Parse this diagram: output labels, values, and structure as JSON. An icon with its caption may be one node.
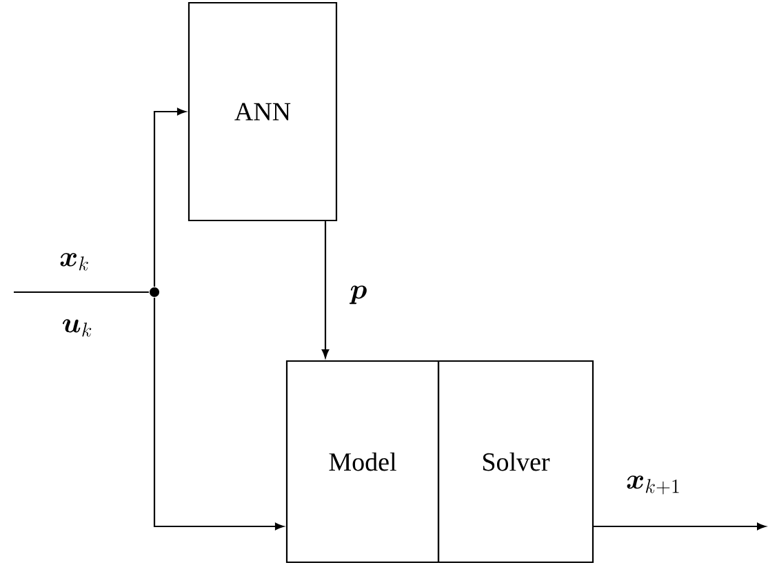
{
  "diagram": {
    "nodes": [
      {
        "text": [
          "ANN"
        ]
      },
      {
        "text": [
          "Model"
        ]
      },
      {
        "text": [
          "Solver"
        ]
      },
      {
        "text": [],
        "shape": "circle"
      }
    ],
    "edges": [
      {
        "from": null,
        "to": 3,
        "arrow": "none",
        "label": "\\bm{x}_k"
      },
      {
        "from": 3,
        "to": 0,
        "arrow": "to"
      },
      {
        "from": 3,
        "to": 1,
        "arrow": "to"
      },
      {
        "from": 0,
        "to": 1,
        "arrow": "to",
        "label": "\\bm{p}"
      },
      {
        "from": 2,
        "to": null,
        "arrow": "to",
        "label": "\\bm{x}_{k+1}"
      }
    ],
    "labels": [
      "\\bm{u}_k"
    ]
  }
}
